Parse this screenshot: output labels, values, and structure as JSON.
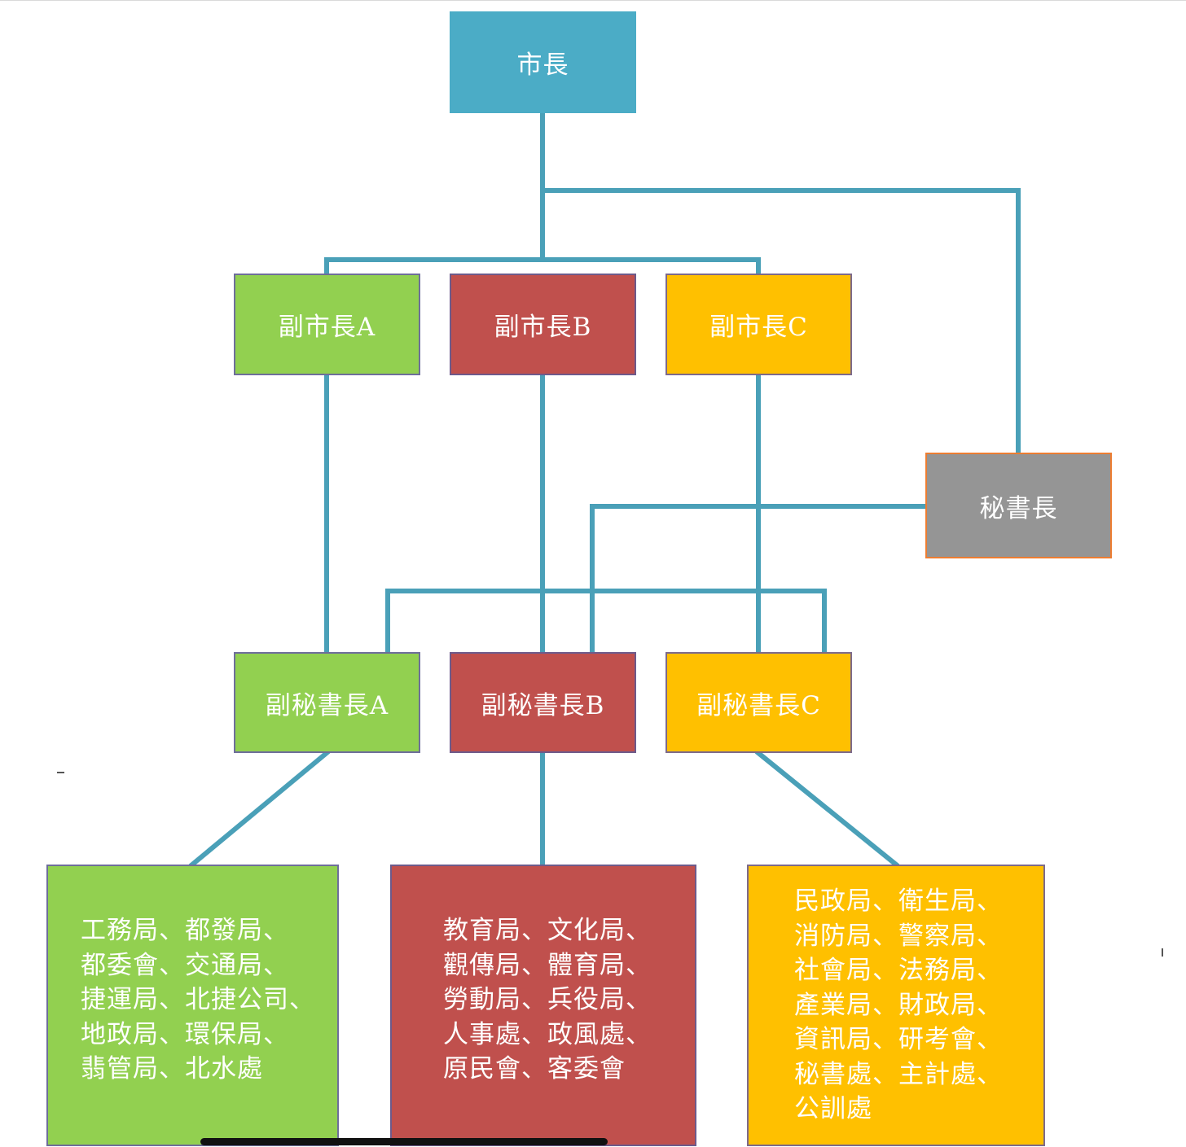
{
  "nodes": {
    "mayor": "市長",
    "deputy_mayor_a": "副市長A",
    "deputy_mayor_b": "副市長B",
    "deputy_mayor_c": "副市長C",
    "secretary_general": "秘書長",
    "deputy_secretary_a": "副秘書長A",
    "deputy_secretary_b": "副秘書長B",
    "deputy_secretary_c": "副秘書長C"
  },
  "units": {
    "group_a": [
      "工務局、都發局、",
      "都委會、交通局、",
      "捷運局、北捷公司、",
      "地政局、環保局、",
      "翡管局、北水處"
    ],
    "group_b": [
      "教育局、文化局、",
      "觀傳局、體育局、",
      "勞動局、兵役局、",
      "人事處、政風處、",
      "原民會、客委會"
    ],
    "group_c": [
      "民政局、衛生局、",
      "消防局、警察局、",
      "社會局、法務局、",
      "產業局、財政局、",
      "資訊局、研考會、",
      "秘書處、主計處、",
      "公訓處"
    ]
  },
  "colors": {
    "connector": "#4aa0b8",
    "green": "#92d050",
    "red": "#c0504d",
    "yellow": "#ffc000",
    "blue": "#4bacc6",
    "gray": "#959595"
  }
}
